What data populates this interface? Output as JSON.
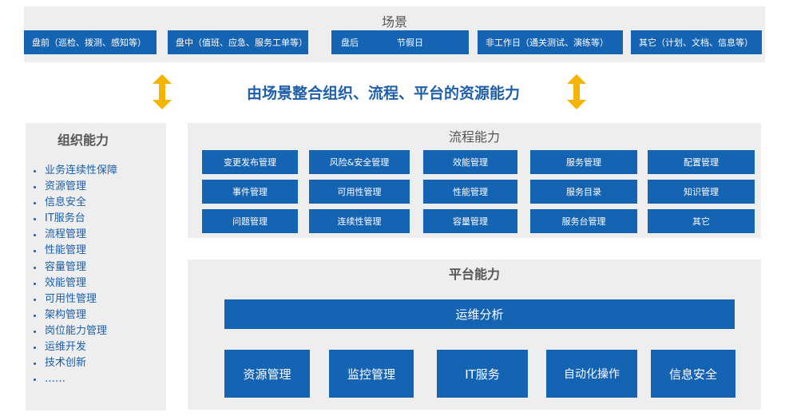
{
  "scene": {
    "title": "场景",
    "items": [
      "盘前（巡检、拨测、感知等）",
      "盘中（值班、应急、服务工单等）",
      "盘后",
      "节假日",
      "非工作日（通关测试、演练等）",
      "其它（计划、文档、信息等）"
    ]
  },
  "headline": "由场景整合组织、流程、平台的资源能力",
  "org": {
    "title": "组织能力",
    "items": [
      "业务连续性保障",
      "资源管理",
      "信息安全",
      "IT服务台",
      "流程管理",
      "性能管理",
      "容量管理",
      "效能管理",
      "可用性管理",
      "架构管理",
      "岗位能力管理",
      "运维开发",
      "技术创新",
      "……"
    ]
  },
  "process": {
    "title": "流程能力",
    "items": [
      "变更发布管理",
      "风险&安全管理",
      "效能管理",
      "服务管理",
      "配置管理",
      "事件管理",
      "可用性管理",
      "性能管理",
      "服务目录",
      "知识管理",
      "问题管理",
      "连续性管理",
      "容量管理",
      "服务台管理",
      "其它"
    ]
  },
  "platform": {
    "title": "平台能力",
    "analysis": "运维分析",
    "items": [
      "资源管理",
      "监控管理",
      "IT服务",
      "自动化操作",
      "信息安全"
    ]
  },
  "colors": {
    "box": "#1563b3",
    "panel": "#eeeeef",
    "headline": "#1f5faa",
    "arrow": "#f5b400"
  }
}
